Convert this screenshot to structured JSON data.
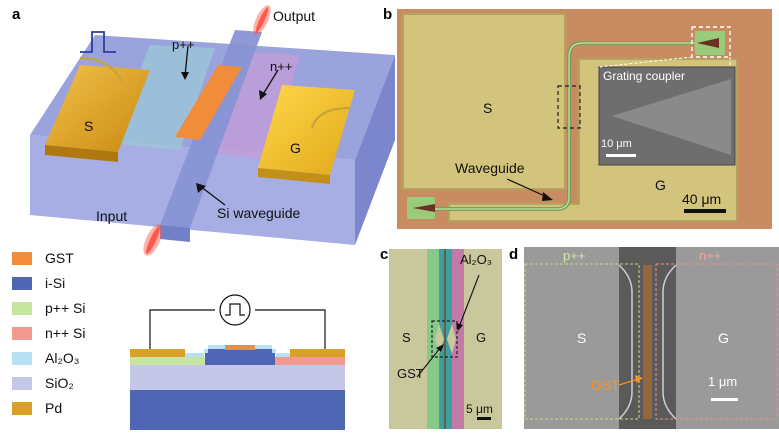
{
  "panels": {
    "a": {
      "label": "a",
      "output_label": "Output",
      "input_label": "Input",
      "p_label": "p++",
      "n_label": "n++",
      "s_label": "S",
      "g_label": "G",
      "waveguide_label": "Si waveguide"
    },
    "b": {
      "label": "b",
      "s_label": "S",
      "g_label": "G",
      "waveguide_label": "Waveguide",
      "inset_title": "Grating coupler",
      "inset_scalebar": "10 μm",
      "scalebar": "40 μm"
    },
    "c": {
      "label": "c",
      "al2o3_label": "Al₂O₃",
      "s_label": "S",
      "g_label": "G",
      "gst_label": "GST",
      "scalebar": "5 μm"
    },
    "d": {
      "label": "d",
      "p_label": "p++",
      "n_label": "n++",
      "s_label": "S",
      "g_label": "G",
      "gst_label": "GST",
      "scalebar": "1 μm"
    }
  },
  "legend": [
    {
      "text": "GST",
      "color": "#f08c3a"
    },
    {
      "text": "i-Si",
      "color": "#4f66b4"
    },
    {
      "text": "p++ Si",
      "color": "#c7e4a0"
    },
    {
      "text": "n++ Si",
      "color": "#f29a8f"
    },
    {
      "text": "Al₂O₃",
      "color": "#b8e2f4"
    },
    {
      "text": "SiO₂",
      "color": "#c5c7e8"
    },
    {
      "text": "Pd",
      "color": "#d9a12a"
    }
  ]
}
